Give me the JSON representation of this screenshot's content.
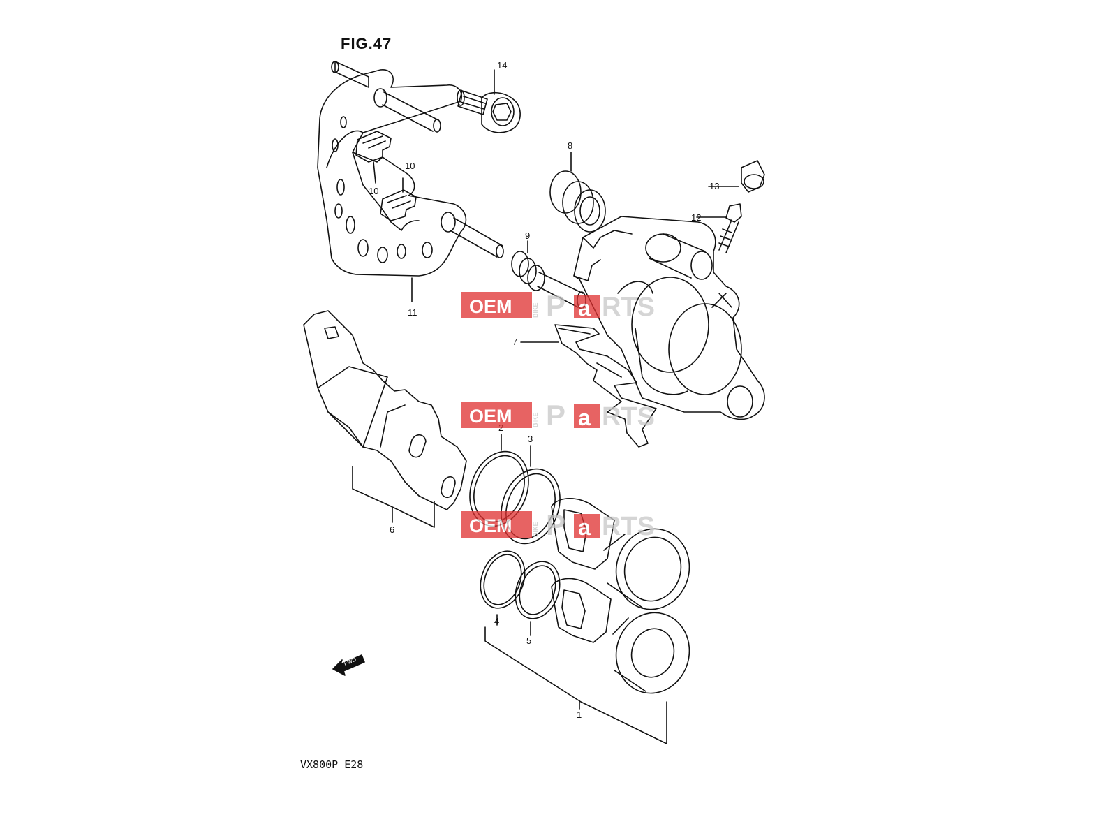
{
  "figure": {
    "title": "FIG.47",
    "model_code": "VX800P  E28"
  },
  "watermark": {
    "brand_left": "OEM",
    "brand_mid": "BIKE",
    "brand_right_1": "P",
    "brand_right_2": "a",
    "brand_right_3": "RTS",
    "red": "#e03030",
    "grey": "#c8c8c8"
  },
  "callouts": {
    "c1": "1",
    "c2": "2",
    "c3": "3",
    "c4": "4",
    "c5": "5",
    "c6": "6",
    "c7": "7",
    "c8": "8",
    "c9": "9",
    "c10a": "10",
    "c10b": "10",
    "c11": "11",
    "c12": "12",
    "c13": "13",
    "c14": "14"
  },
  "fwd_arrow": {
    "label": "FWD"
  }
}
